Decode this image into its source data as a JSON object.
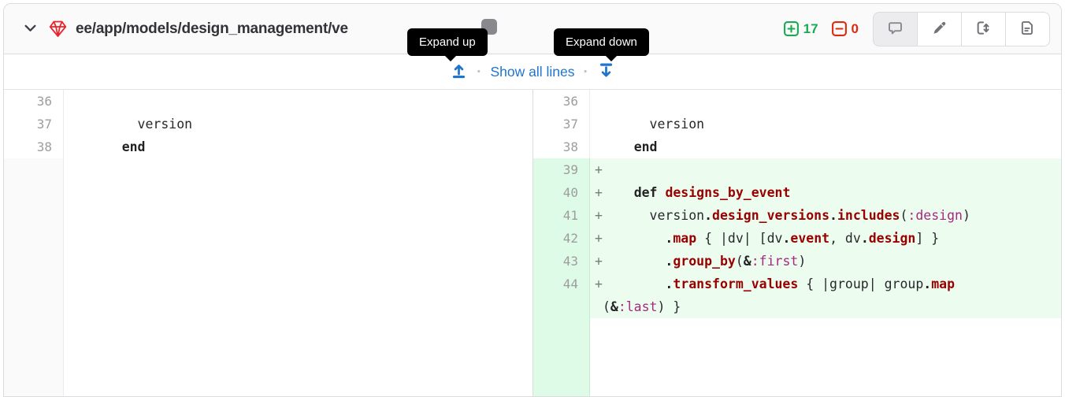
{
  "colors": {
    "link": "#1f75cb",
    "additions": "#1aaa55",
    "deletions": "#dd2b0e",
    "added-bg": "#ecfdf0",
    "added-gutter-bg": "#ddfbe6",
    "gem-red": "#e9232d",
    "tooltip-bg": "#000000"
  },
  "header": {
    "file_path": "ee/app/models/design_management/ve",
    "stats": {
      "additions": "17",
      "deletions": "0"
    },
    "icons": [
      "chevron-down-icon",
      "gitlab-gem-icon",
      "added-lines-icon",
      "removed-lines-icon",
      "copy-icon"
    ],
    "actions": [
      {
        "name": "toggle-comments-button",
        "icon": "comment-icon",
        "active": true
      },
      {
        "name": "edit-file-button",
        "icon": "pencil-icon",
        "active": false
      },
      {
        "name": "compare-versions-button",
        "icon": "compare-versions-icon",
        "active": false
      },
      {
        "name": "view-file-button",
        "icon": "document-icon",
        "active": false
      }
    ]
  },
  "tooltips": {
    "up": {
      "label": "Expand up"
    },
    "down": {
      "label": "Expand down"
    }
  },
  "expand_bar": {
    "up_icon": "expand-up-icon",
    "show_all_label": "Show all lines",
    "down_icon": "expand-down-icon",
    "separator": "·"
  },
  "diff": {
    "rows": [
      {
        "left": {
          "num": "36",
          "code": []
        },
        "right": {
          "num": "36",
          "type": "context",
          "marker": " ",
          "code": []
        }
      },
      {
        "left": {
          "num": "37",
          "code": [
            [
              "      version",
              "p"
            ]
          ]
        },
        "right": {
          "num": "37",
          "type": "context",
          "marker": " ",
          "code": [
            [
              "      version",
              "p"
            ]
          ]
        }
      },
      {
        "left": {
          "num": "38",
          "code": [
            [
              "    ",
              "p"
            ],
            [
              "end",
              "k"
            ]
          ]
        },
        "right": {
          "num": "38",
          "type": "context",
          "marker": " ",
          "code": [
            [
              "    ",
              "p"
            ],
            [
              "end",
              "k"
            ]
          ]
        }
      },
      {
        "left": null,
        "right": {
          "num": "39",
          "type": "added",
          "marker": "+",
          "code": []
        }
      },
      {
        "left": null,
        "right": {
          "num": "40",
          "type": "added",
          "marker": "+",
          "code": [
            [
              "    ",
              "p"
            ],
            [
              "def",
              "k"
            ],
            [
              " ",
              "p"
            ],
            [
              "designs_by_event",
              "m"
            ]
          ]
        }
      },
      {
        "left": null,
        "right": {
          "num": "41",
          "type": "added",
          "marker": "+",
          "code": [
            [
              "      version",
              "p"
            ],
            [
              ".",
              "o"
            ],
            [
              "design_versions",
              "m"
            ],
            [
              ".",
              "o"
            ],
            [
              "includes",
              "m"
            ],
            [
              "(",
              "p"
            ],
            [
              ":design",
              "s"
            ],
            [
              ")",
              "p"
            ]
          ]
        }
      },
      {
        "left": null,
        "right": {
          "num": "42",
          "type": "added",
          "marker": "+",
          "code": [
            [
              "        ",
              "p"
            ],
            [
              ".",
              "o"
            ],
            [
              "map",
              "m"
            ],
            [
              " { |dv| [dv",
              "p"
            ],
            [
              ".",
              "o"
            ],
            [
              "event",
              "m"
            ],
            [
              ", dv",
              "p"
            ],
            [
              ".",
              "o"
            ],
            [
              "design",
              "m"
            ],
            [
              "] }",
              "p"
            ]
          ]
        }
      },
      {
        "left": null,
        "right": {
          "num": "43",
          "type": "added",
          "marker": "+",
          "code": [
            [
              "        ",
              "p"
            ],
            [
              ".",
              "o"
            ],
            [
              "group_by",
              "m"
            ],
            [
              "(",
              "p"
            ],
            [
              "&",
              "o"
            ],
            [
              ":first",
              "s"
            ],
            [
              ")",
              "p"
            ]
          ]
        }
      },
      {
        "left": null,
        "right": {
          "num": "44",
          "type": "added",
          "marker": "+",
          "code": [
            [
              "        ",
              "p"
            ],
            [
              ".",
              "o"
            ],
            [
              "transform_values",
              "m"
            ],
            [
              " { |group| group",
              "p"
            ],
            [
              ".",
              "o"
            ],
            [
              "map",
              "m"
            ],
            [
              "(",
              "p"
            ],
            [
              "&",
              "o"
            ],
            [
              ":last",
              "s"
            ],
            [
              ") }",
              "p"
            ]
          ]
        }
      }
    ]
  }
}
